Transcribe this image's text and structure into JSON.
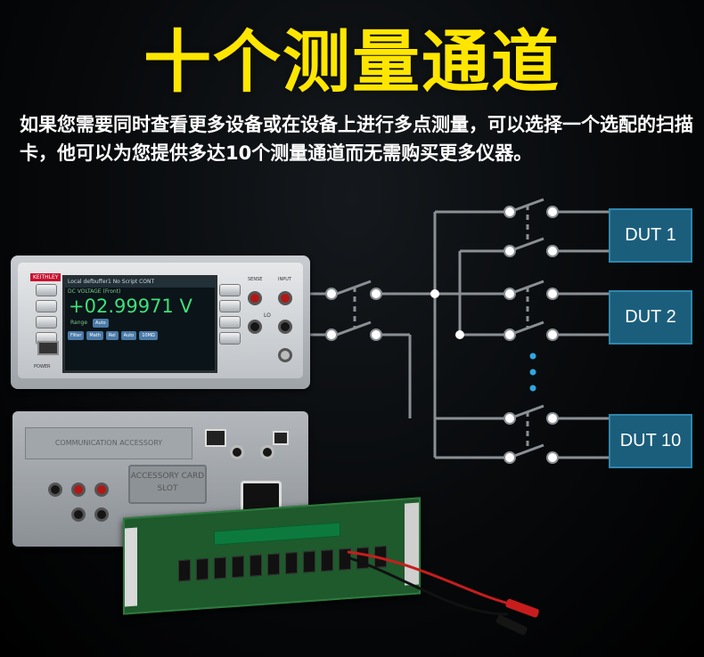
{
  "title": "十个测量通道",
  "description": "如果您需要同时查看更多设备或在设备上进行多点测量，可以选择一个选配的扫描卡，他可以为您提供多达10个测量通道而无需购买更多仪器。",
  "dut_labels": [
    "DUT 1",
    "DUT 2",
    "DUT 10"
  ],
  "colors": {
    "title": "#ffe600",
    "dut_box": "#1b5e7c",
    "wire": "#8a8f94"
  },
  "instrument": {
    "brand": "KEITHLEY",
    "screen_header": "Local   defbuffer1   No Script   CONT",
    "function_label": "DC VOLTAGE (Front)",
    "reading": "+02.99971 V",
    "range_label": "Range",
    "range_value": "Auto",
    "buttons": [
      "Filter",
      "Math",
      "Rel",
      "Auto",
      "10MΩ"
    ],
    "labels": {
      "sense": "SENSE",
      "input": "INPUT",
      "lo": "LO",
      "power": "POWER"
    }
  },
  "rear_panel": {
    "comm_slot": "COMMUNICATION ACCESSORY",
    "card_slot": "ACCESSORY CARD SLOT"
  }
}
